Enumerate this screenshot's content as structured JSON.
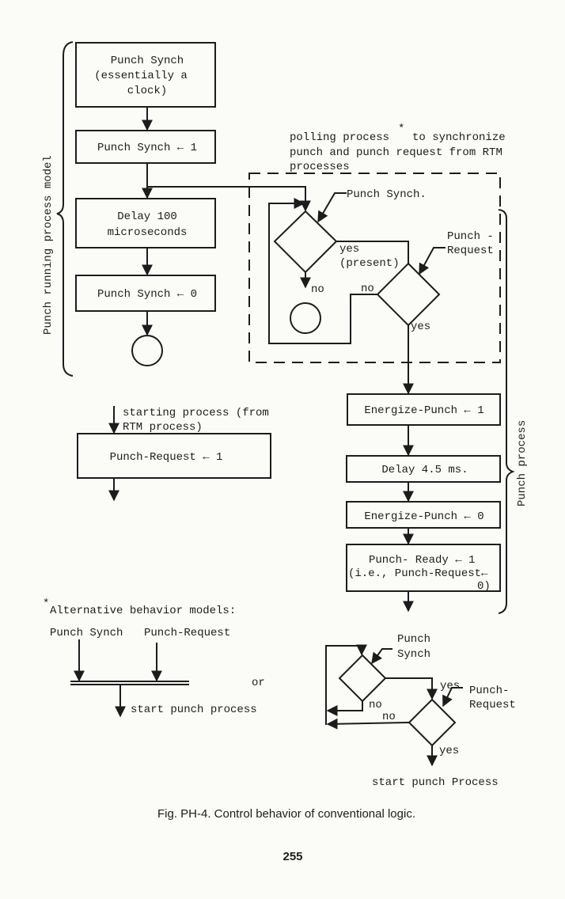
{
  "left_model": {
    "brace_label": "Punch running process model",
    "clock_box": [
      "Punch Synch",
      "(essentially a",
      "clock)"
    ],
    "set_box": "Punch Synch ← 1",
    "delay_box": [
      "Delay 100",
      "microseconds"
    ],
    "reset_box": "Punch Synch ← 0"
  },
  "polling": {
    "caption": [
      "polling process",
      "to synchronize",
      "punch and punch request from RTM",
      "processes"
    ],
    "caption_star": "*",
    "synch_label": "Punch Synch.",
    "request_label": [
      "Punch -",
      "Request"
    ],
    "yes1": [
      "yes",
      "(present)"
    ],
    "no1": "no",
    "no2": "no",
    "yes2": "yes"
  },
  "punch_process": {
    "brace_label": "Punch process",
    "boxes": [
      "Energize-Punch ← 1",
      "Delay 4.5 ms.",
      "Energize-Punch ← 0"
    ],
    "ready_box": [
      "Punch- Ready  ← 1",
      "(i.e., Punch-Request←",
      "0)"
    ]
  },
  "starting": {
    "caption": [
      "starting process (from",
      "RTM process)"
    ],
    "box": "Punch-Request ← 1"
  },
  "alternatives": {
    "title_star": "*",
    "title": "Alternative behavior models:",
    "input1": "Punch Synch",
    "input2": "Punch-Request",
    "or": "or",
    "output": "start punch process",
    "flow": {
      "synch_label": [
        "Punch",
        "Synch"
      ],
      "request_label": [
        "Punch-",
        "Request"
      ],
      "yes1": "yes",
      "no1": "no",
      "no2": "no",
      "yes2": "yes",
      "output": "start punch Process"
    }
  },
  "figure_caption": "Fig. PH-4.  Control behavior of conventional logic.",
  "page_number": "255"
}
